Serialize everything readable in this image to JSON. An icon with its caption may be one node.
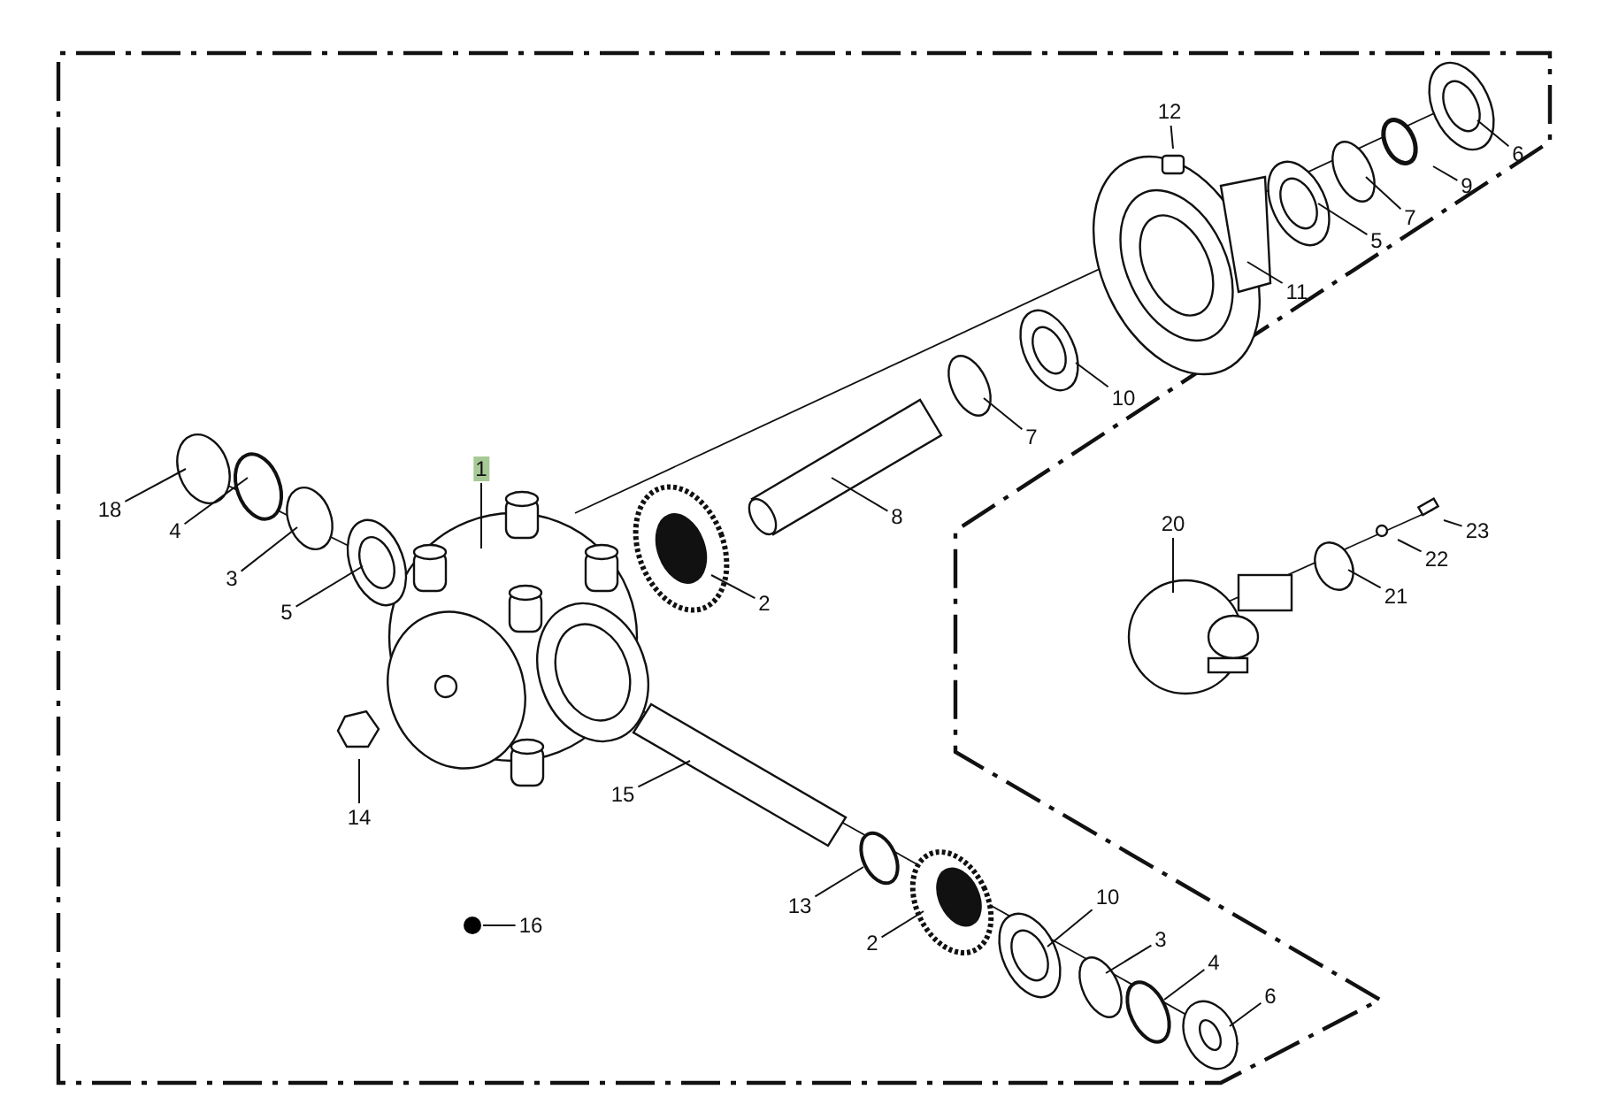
{
  "diagram": {
    "nodes": [
      {
        "text": [
          "12"
        ]
      },
      {
        "text": [
          "6"
        ]
      },
      {
        "text": [
          "9"
        ]
      },
      {
        "text": [
          "7"
        ]
      },
      {
        "text": [
          "5"
        ]
      },
      {
        "text": [
          "11"
        ]
      },
      {
        "text": [
          "10"
        ]
      },
      {
        "text": [
          "7"
        ]
      },
      {
        "text": [
          "1"
        ]
      },
      {
        "text": [
          "18"
        ]
      },
      {
        "text": [
          "8"
        ]
      },
      {
        "text": [
          "20"
        ]
      },
      {
        "text": [
          "4"
        ]
      },
      {
        "text": [
          "23"
        ]
      },
      {
        "text": [
          "22"
        ]
      },
      {
        "text": [
          "3"
        ]
      },
      {
        "text": [
          "21"
        ]
      },
      {
        "text": [
          "2"
        ]
      },
      {
        "text": [
          "5"
        ]
      },
      {
        "text": [
          "15"
        ]
      },
      {
        "text": [
          "14"
        ]
      },
      {
        "text": [
          "10"
        ]
      },
      {
        "text": [
          "13"
        ]
      },
      {
        "text": [],
        "shape": "circle"
      },
      {
        "text": [
          "16"
        ]
      },
      {
        "text": [
          "3"
        ]
      },
      {
        "text": [
          "2"
        ]
      },
      {
        "text": [
          "4"
        ]
      },
      {
        "text": [
          "6"
        ]
      }
    ],
    "edges": [
      {
        "from": 0,
        "to": null,
        "arrow": "none"
      },
      {
        "from": 1,
        "to": null,
        "arrow": "none"
      },
      {
        "from": 2,
        "to": null,
        "arrow": "none"
      },
      {
        "from": 3,
        "to": null,
        "arrow": "none"
      },
      {
        "from": 4,
        "to": null,
        "arrow": "none"
      },
      {
        "from": 5,
        "to": null,
        "arrow": "none"
      },
      {
        "from": 6,
        "to": null,
        "arrow": "none"
      },
      {
        "from": 7,
        "to": null,
        "arrow": "none"
      },
      {
        "from": 8,
        "to": null,
        "arrow": "none"
      },
      {
        "from": 9,
        "to": null,
        "arrow": "none"
      },
      {
        "from": 10,
        "to": null,
        "arrow": "none"
      },
      {
        "from": 11,
        "to": null,
        "arrow": "none"
      },
      {
        "from": 12,
        "to": null,
        "arrow": "none"
      },
      {
        "from": 13,
        "to": null,
        "arrow": "none"
      },
      {
        "from": 14,
        "to": null,
        "arrow": "none"
      },
      {
        "from": 15,
        "to": null,
        "arrow": "none"
      },
      {
        "from": 16,
        "to": null,
        "arrow": "none"
      },
      {
        "from": 17,
        "to": null,
        "arrow": "none"
      },
      {
        "from": 18,
        "to": null,
        "arrow": "none"
      },
      {
        "from": 19,
        "to": null,
        "arrow": "none"
      },
      {
        "from": 20,
        "to": null,
        "arrow": "none"
      },
      {
        "from": 21,
        "to": null,
        "arrow": "none"
      },
      {
        "from": 22,
        "to": null,
        "arrow": "none"
      },
      {
        "from": 24,
        "to": 23,
        "arrow": "none"
      },
      {
        "from": 25,
        "to": null,
        "arrow": "none"
      },
      {
        "from": 26,
        "to": null,
        "arrow": "none"
      },
      {
        "from": 27,
        "to": null,
        "arrow": "none"
      },
      {
        "from": 28,
        "to": null,
        "arrow": "none"
      }
    ]
  }
}
